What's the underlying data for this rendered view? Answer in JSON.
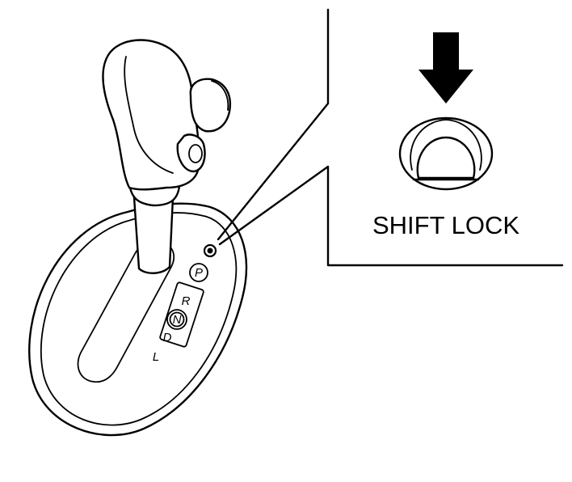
{
  "callout": {
    "label": "SHIFT LOCK"
  },
  "gate": {
    "positions": [
      "P",
      "R",
      "N",
      "D",
      "L"
    ]
  },
  "colors": {
    "line": "#000000",
    "background": "#ffffff"
  },
  "icons": {
    "press": "arrow-down-icon"
  }
}
